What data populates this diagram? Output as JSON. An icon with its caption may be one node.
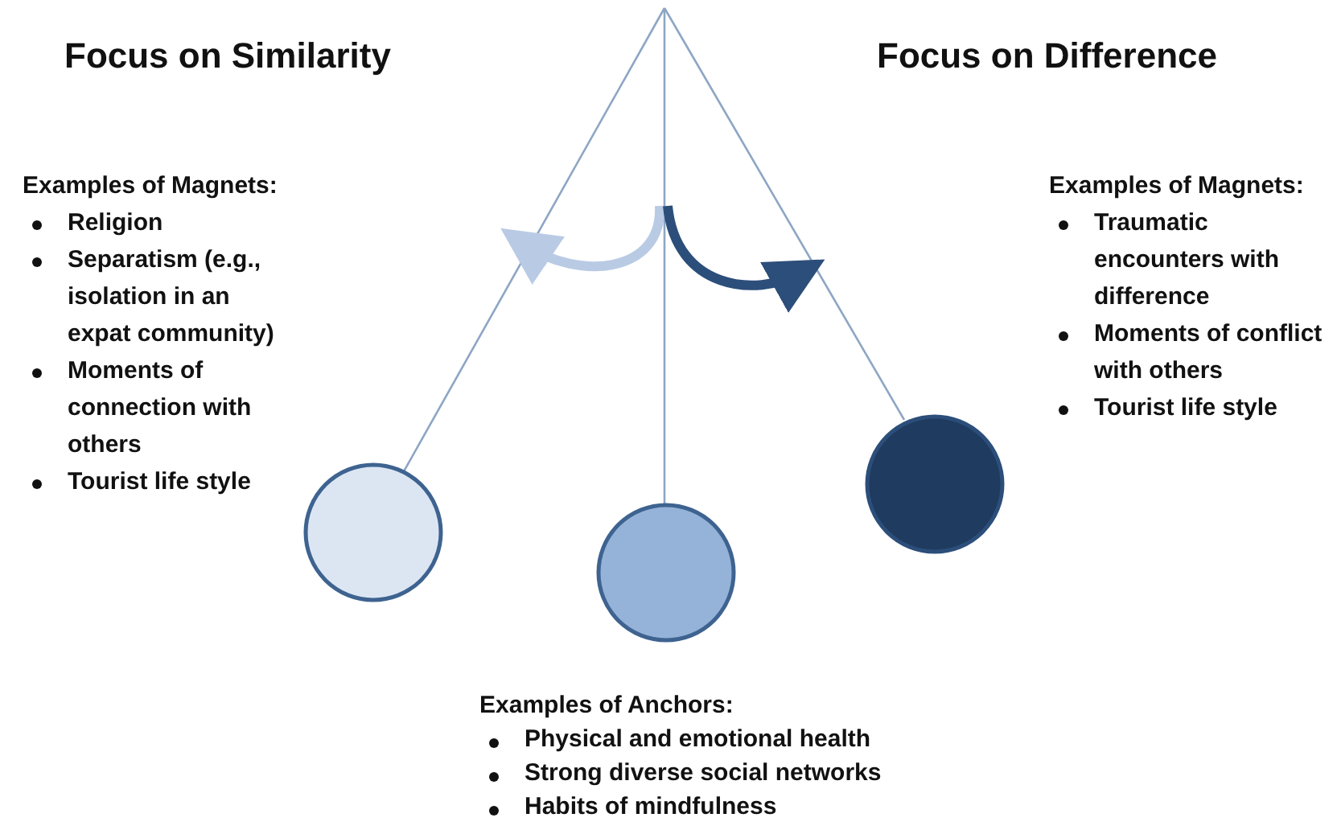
{
  "diagram": {
    "labels": [
      "Focus on Similarity",
      "Focus on Difference",
      "Examples of Magnets:",
      "Religion",
      "Separatism (e.g., isolation in an expat community)",
      "Moments of connection with others",
      "Tourist life style",
      "Examples of Magnets:",
      "Traumatic encounters with difference",
      "Moments of conflict with others",
      "Tourist life style",
      "Examples of Anchors:",
      "Physical and emotional health",
      "Strong diverse social networks",
      "Habits of mindfulness"
    ]
  }
}
